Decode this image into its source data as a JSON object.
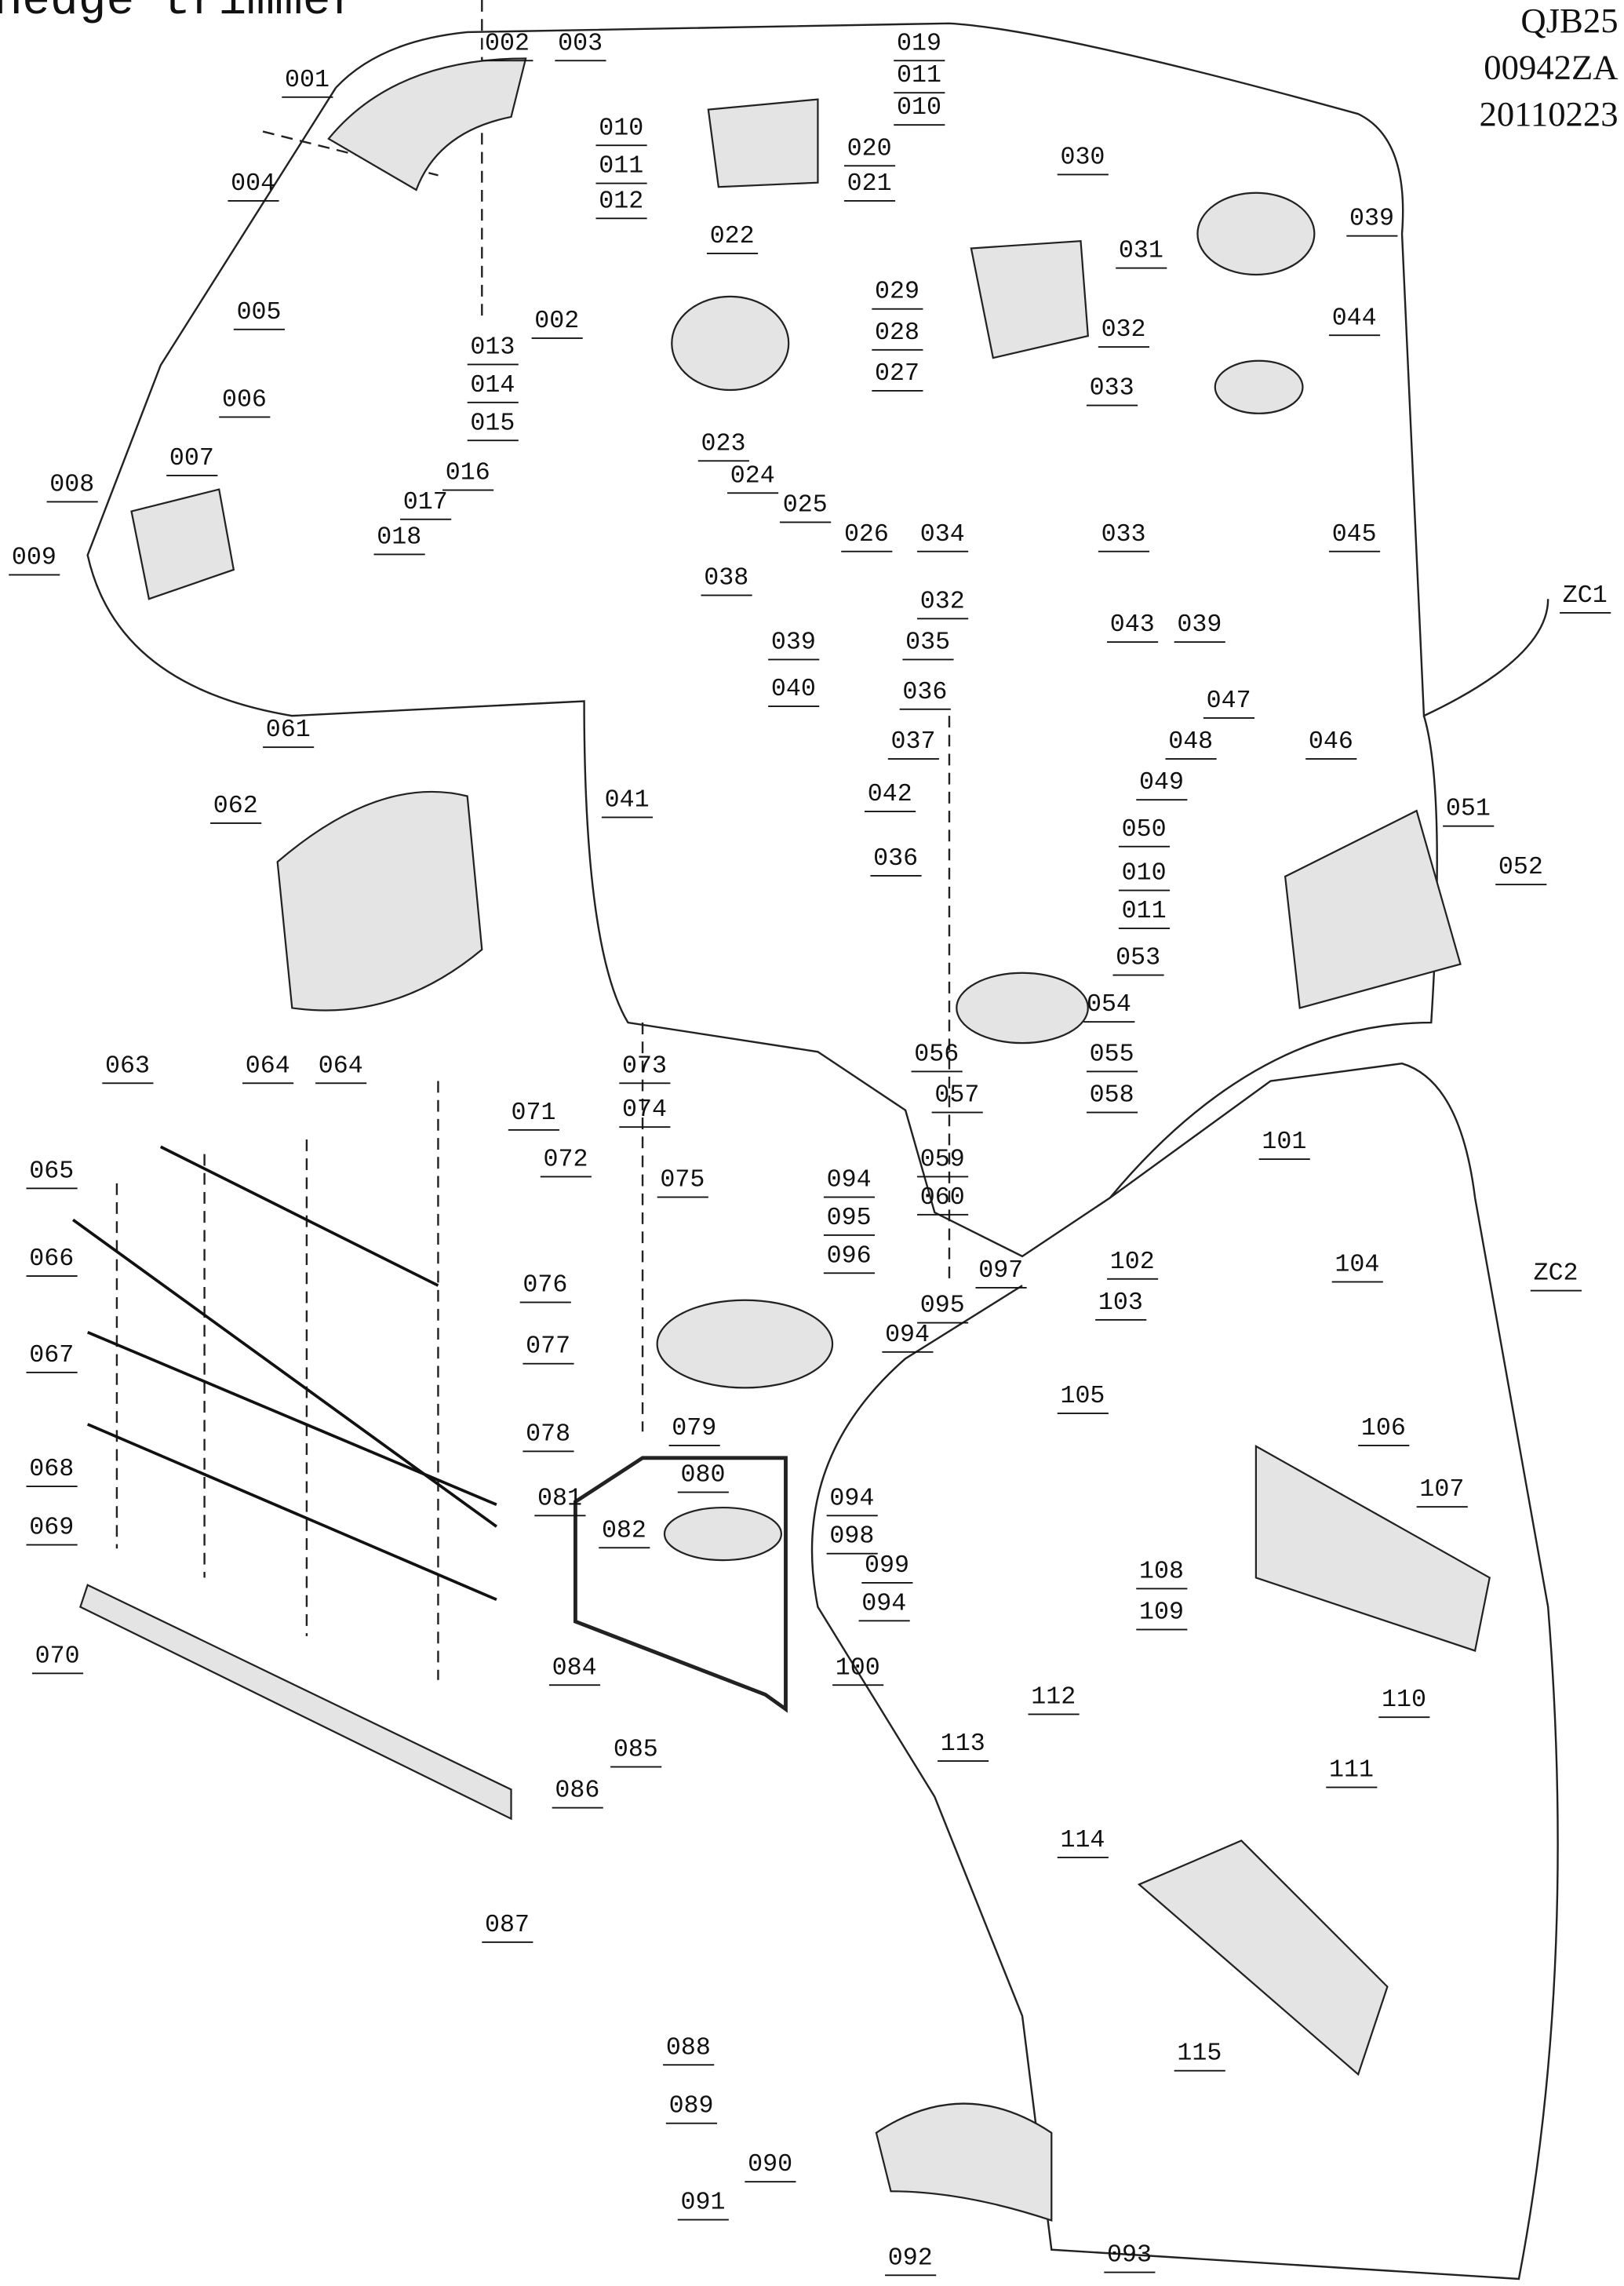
{
  "title": "Hedge trimmer",
  "model_codes": [
    "QJB25",
    "00942ZA",
    "20110223"
  ],
  "labels": [
    "001",
    "002",
    "003",
    "019",
    "011",
    "010",
    "020",
    "030",
    "010",
    "011",
    "012",
    "021",
    "004",
    "022",
    "031",
    "039",
    "044",
    "005",
    "002",
    "029",
    "028",
    "032",
    "013",
    "014",
    "027",
    "033",
    "006",
    "015",
    "023",
    "024",
    "007",
    "008",
    "016",
    "017",
    "025",
    "018",
    "026",
    "034",
    "033",
    "045",
    "009",
    "038",
    "032",
    "ZC1",
    "043",
    "039",
    "035",
    "039",
    "040",
    "036",
    "047",
    "061",
    "037",
    "048",
    "046",
    "049",
    "042",
    "041",
    "062",
    "050",
    "051",
    "036",
    "010",
    "052",
    "011",
    "053",
    "054",
    "056",
    "055",
    "063",
    "064",
    "064",
    "073",
    "071",
    "058",
    "057",
    "074",
    "101",
    "065",
    "072",
    "059",
    "094",
    "075",
    "060",
    "095",
    "097",
    "096",
    "102",
    "104",
    "ZC2",
    "066",
    "076",
    "095",
    "103",
    "094",
    "077",
    "067",
    "079",
    "078",
    "105",
    "106",
    "080",
    "081",
    "094",
    "107",
    "068",
    "082",
    "098",
    "069",
    "099",
    "108",
    "109",
    "094",
    "070",
    "084",
    "100",
    "110",
    "112",
    "113",
    "085",
    "111",
    "086",
    "114",
    "087",
    "115",
    "088",
    "089",
    "090",
    "091",
    "092",
    "093"
  ]
}
